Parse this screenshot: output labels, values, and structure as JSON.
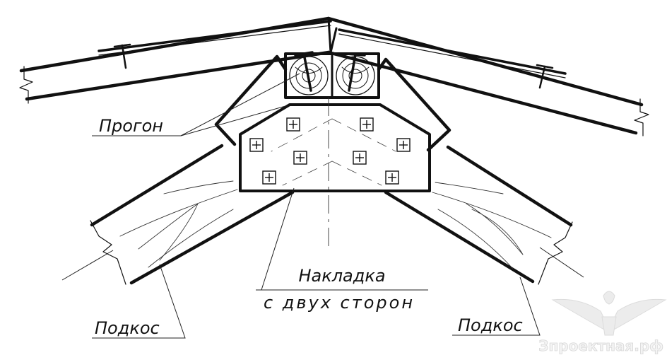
{
  "labels": {
    "purlin": "Прогон",
    "plate_line1": "Накладка",
    "plate_line2": "с двух сторон",
    "brace_left": "Подкос",
    "brace_right": "Подкос"
  },
  "watermark": {
    "text": "Зпроектная.рф",
    "icon": "eagle-logo-icon"
  },
  "colors": {
    "ink": "#111111",
    "thin": "#333333",
    "watermark": "#e9e9e9"
  }
}
